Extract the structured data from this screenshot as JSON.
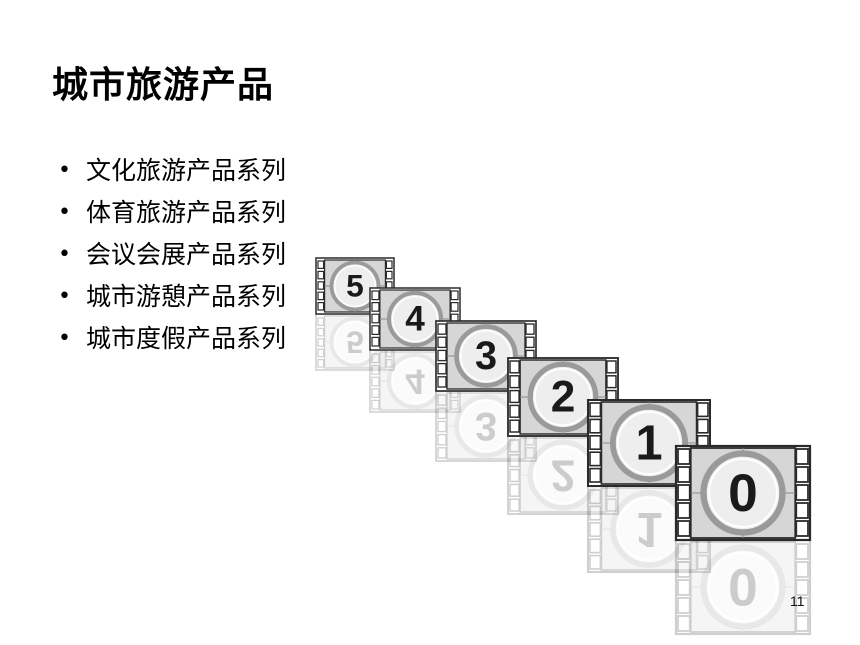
{
  "slide": {
    "title": "城市旅游产品",
    "bullets": [
      "文化旅游产品系列",
      "体育旅游产品系列",
      "会议会展产品系列",
      "城市游憩产品系列",
      "城市度假产品系列"
    ],
    "bullet_symbol": "•",
    "page_number": "11"
  },
  "countdown": {
    "frames": [
      "5",
      "4",
      "3",
      "2",
      "1",
      "0"
    ],
    "colors": {
      "frame_stroke": "#2a2a2a",
      "frame_fill": "#d6d6d6",
      "circle_fill": "#eeeeee",
      "ring": "#9a9a9a",
      "digit": "#1a1a1a"
    }
  }
}
